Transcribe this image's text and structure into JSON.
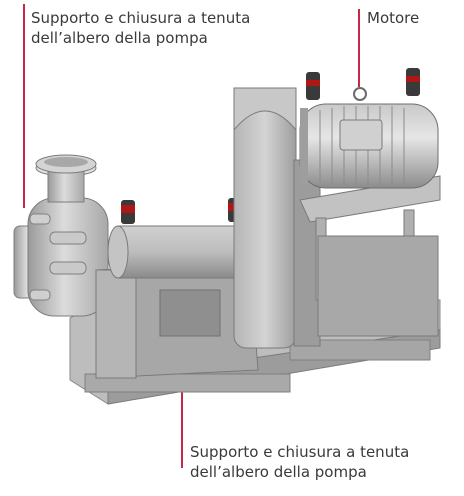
{
  "labels": {
    "top_left": {
      "line1": "Supporto e chiusura a tenuta",
      "line2": "dell’albero della pompa"
    },
    "top_right": "Motore",
    "bottom": {
      "line1": "Supporto e chiusura a tenuta",
      "line2": "dell’albero della pompa"
    }
  },
  "colors": {
    "leader": "#c6284a",
    "text": "#3a3a3a",
    "machine_light": "#d9d9d9",
    "machine_mid": "#b9b9b9",
    "machine_dark": "#8e8e8e",
    "seal_red": "#b01616"
  }
}
